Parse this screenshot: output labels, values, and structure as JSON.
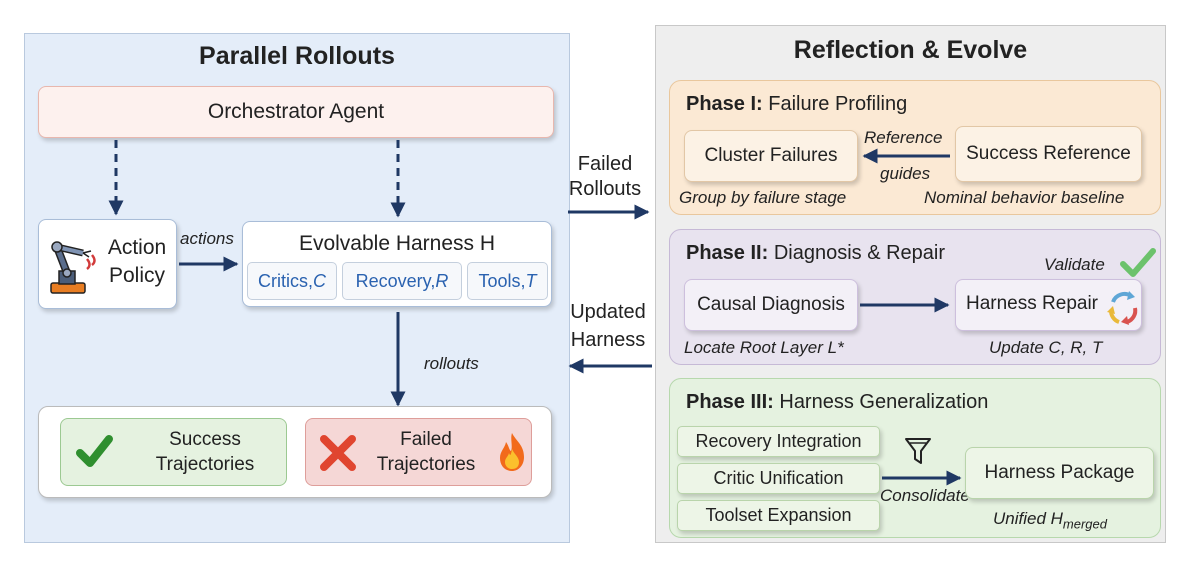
{
  "left_panel": {
    "title": "Parallel Rollouts",
    "orchestrator": "Orchestrator Agent",
    "action_policy": {
      "line1": "Action",
      "line2": "Policy"
    },
    "actions_label": "actions",
    "harness": {
      "title": "Evolvable Harness H",
      "critics": "Critics, ",
      "critics_var": "C",
      "recovery": "Recovery, ",
      "recovery_var": "R",
      "tools": "Tools, ",
      "tools_var": "T"
    },
    "rollouts_label": "rollouts",
    "success": {
      "line1": "Success",
      "line2": "Trajectories"
    },
    "failed": {
      "line1": "Failed",
      "line2": "Trajectories"
    }
  },
  "middle": {
    "failed_rollouts": {
      "line1": "Failed",
      "line2": "Rollouts"
    },
    "updated_harness": {
      "line1": "Updated",
      "line2": "Harness"
    }
  },
  "right_panel": {
    "title": "Reflection & Evolve",
    "phase1": {
      "title_bold": "Phase I:",
      "title_rest": " Failure Profiling",
      "cluster": "Cluster Failures",
      "success_ref": "Success Reference",
      "reference": "Reference",
      "guides": "guides",
      "group_caption": "Group by failure stage",
      "nominal_caption": "Nominal behavior baseline"
    },
    "phase2": {
      "title_bold": "Phase II:",
      "title_rest": " Diagnosis & Repair",
      "validate": "Validate",
      "causal": "Causal Diagnosis",
      "repair": "Harness Repair",
      "locate_caption": "Locate Root Layer L*",
      "update_caption": "Update C, R, T"
    },
    "phase3": {
      "title_bold": "Phase III:",
      "title_rest": " Harness Generalization",
      "recovery_int": "Recovery Integration",
      "critic_uni": "Critic Unification",
      "toolset": "Toolset Expansion",
      "consolidate": "Consolidate",
      "package": "Harness Package",
      "unified": "Unified H",
      "unified_sub": "merged"
    }
  },
  "colors": {
    "left_bg": "#e4edf9",
    "right_bg": "#eeeeee",
    "orchestrator_bg": "#fdf1ee",
    "phase1_bg": "#fbe9d4",
    "phase2_bg": "#e8e3ef",
    "phase3_bg": "#e5f2e0",
    "arrow": "#1f3864",
    "blue_text": "#2a62b0",
    "check_green": "#3aa83a",
    "cross_red": "#e0452f"
  },
  "icons": [
    "robot-arm-icon",
    "check-icon",
    "cross-icon",
    "fire-icon",
    "validate-check-icon",
    "refresh-cycle-icon",
    "funnel-icon"
  ]
}
